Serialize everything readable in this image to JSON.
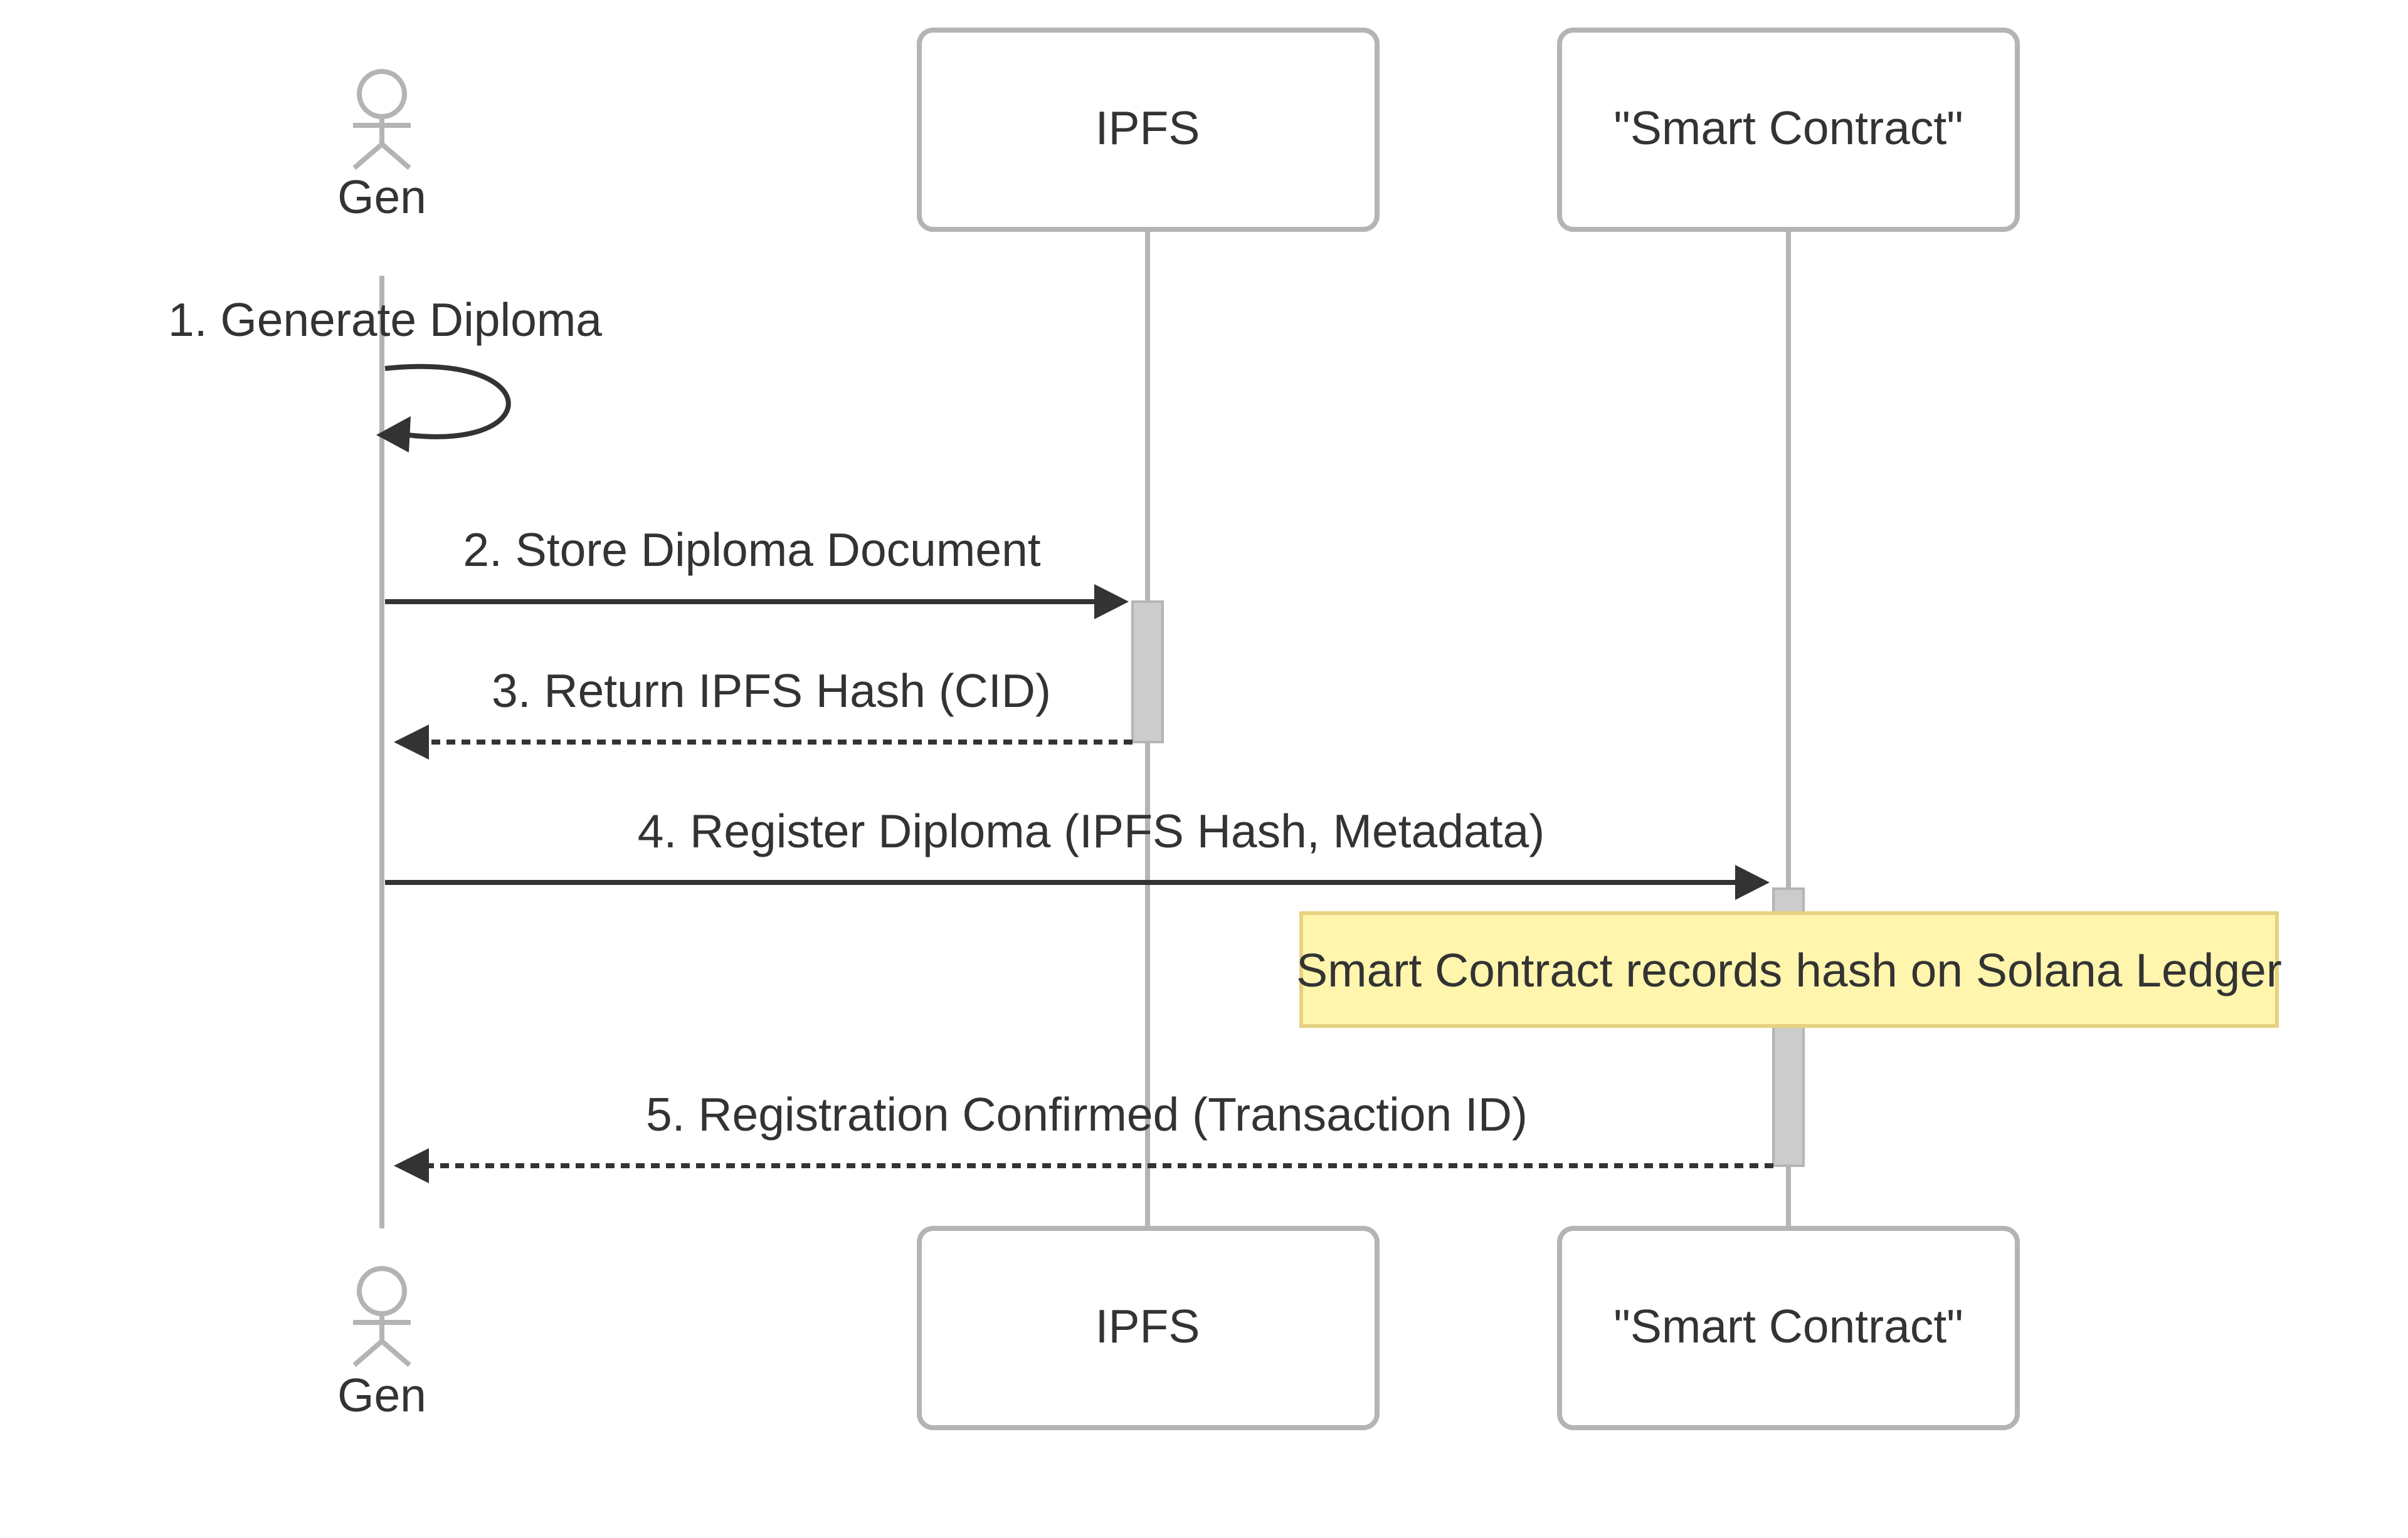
{
  "participants": [
    {
      "id": "gen",
      "label": "Gen",
      "kind": "actor"
    },
    {
      "id": "ipfs",
      "label": "IPFS",
      "kind": "box"
    },
    {
      "id": "sc",
      "label": "\"Smart Contract\"",
      "kind": "box"
    }
  ],
  "messages": [
    {
      "label": "1. Generate Diploma",
      "from": "gen",
      "to": "gen",
      "style": "solid"
    },
    {
      "label": "2. Store Diploma Document",
      "from": "gen",
      "to": "ipfs",
      "style": "solid"
    },
    {
      "label": "3. Return IPFS Hash (CID)",
      "from": "ipfs",
      "to": "gen",
      "style": "dashed"
    },
    {
      "label": "4. Register Diploma (IPFS Hash, Metadata)",
      "from": "gen",
      "to": "sc",
      "style": "solid"
    },
    {
      "label": "5. Registration Confirmed (Transaction ID)",
      "from": "sc",
      "to": "gen",
      "style": "dashed"
    }
  ],
  "note": {
    "label": "Smart Contract records hash on Solana Ledger",
    "over": "sc"
  },
  "colors": {
    "line": "#b4b4b4",
    "arrow": "#333333",
    "activation": "#cccccc",
    "note_fill": "#fff5ad",
    "note_stroke": "#e6d280",
    "text": "#333333"
  }
}
